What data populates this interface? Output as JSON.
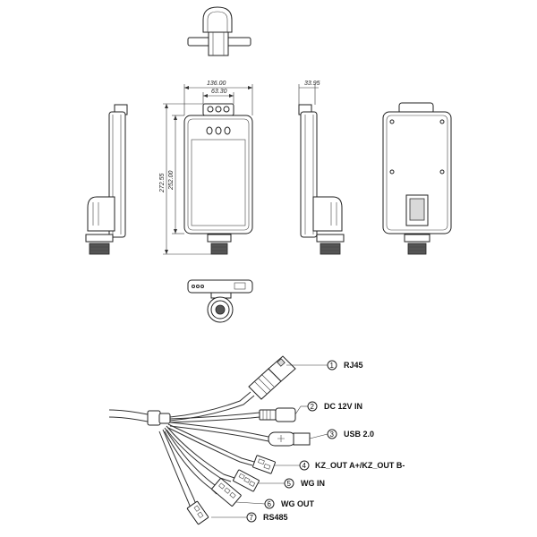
{
  "dimensions": {
    "width_outer": "136.00",
    "width_camera": "63.30",
    "height_total": "272.55",
    "height_body": "252.00",
    "depth": "33.95"
  },
  "connectors": [
    {
      "num": "1",
      "label": "RJ45"
    },
    {
      "num": "2",
      "label": "DC 12V IN"
    },
    {
      "num": "3",
      "label": "USB 2.0"
    },
    {
      "num": "4",
      "label": "KZ_OUT A+/KZ_OUT B-"
    },
    {
      "num": "5",
      "label": "WG IN"
    },
    {
      "num": "6",
      "label": "WG OUT"
    },
    {
      "num": "7",
      "label": "RS485"
    }
  ]
}
